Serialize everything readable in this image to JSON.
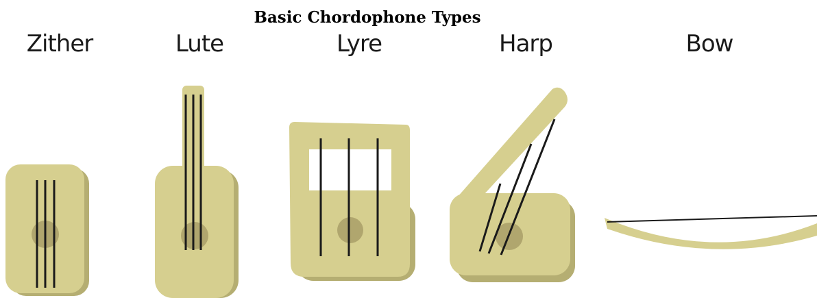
{
  "title": "Basic Chordophone Types",
  "instruments": [
    {
      "label": "Zither"
    },
    {
      "label": "Lute"
    },
    {
      "label": "Lyre"
    },
    {
      "label": "Harp"
    },
    {
      "label": "Bow"
    }
  ],
  "colors": {
    "body": "#d6cf8f",
    "shadow": "#b5ae72",
    "soundhole": "#b0a66e",
    "string": "#1a1a1a",
    "background": "#ffffff"
  }
}
